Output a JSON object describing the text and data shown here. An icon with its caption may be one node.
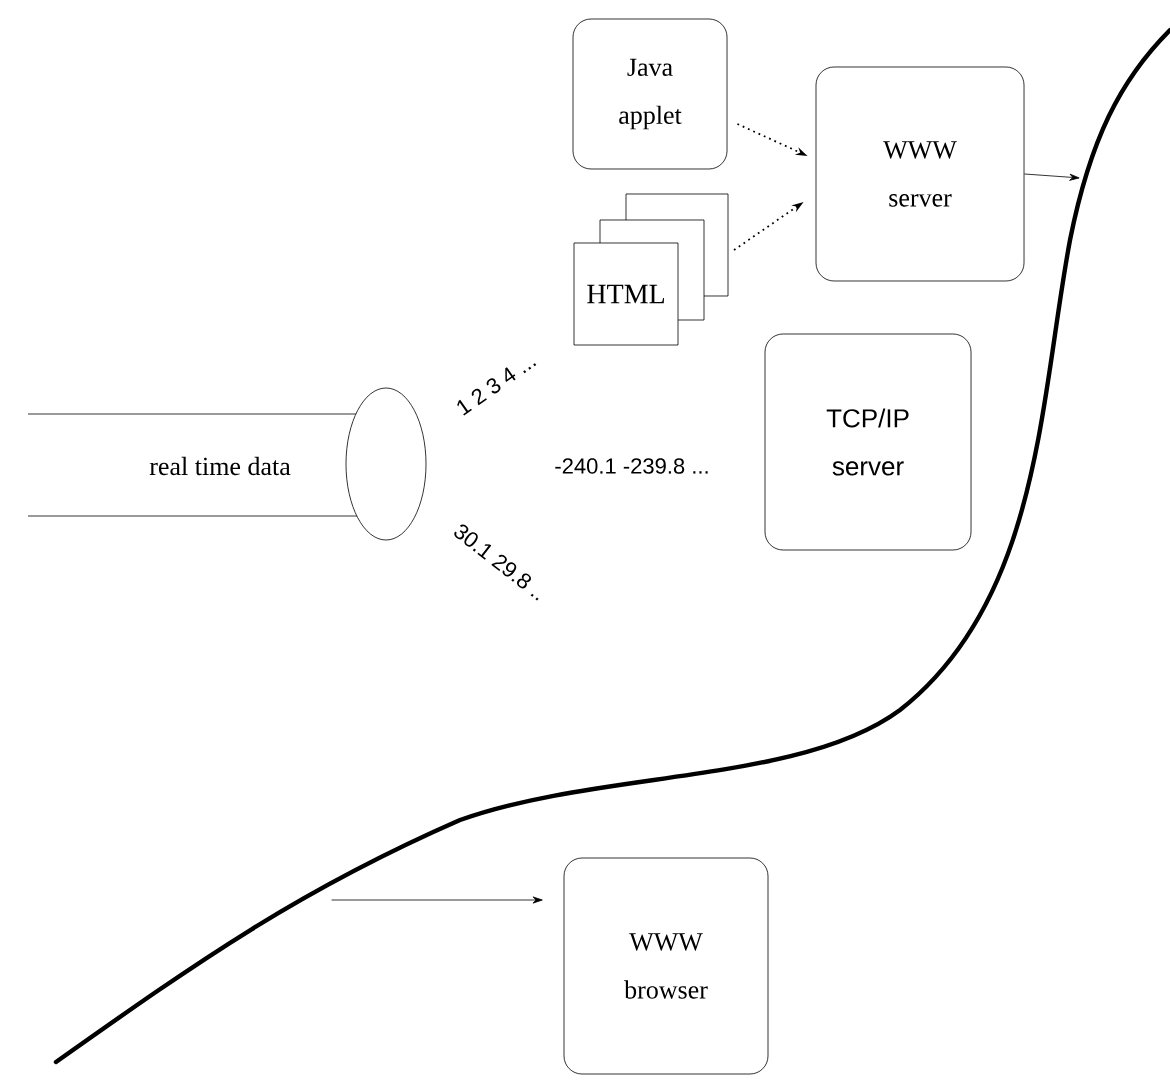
{
  "diagram": {
    "nodes": [
      {
        "text": [
          "real time data"
        ]
      },
      {
        "text": [
          "Java applet"
        ]
      },
      {
        "text": [
          "HTML"
        ]
      },
      {
        "text": [
          "WWW server"
        ]
      },
      {
        "text": [
          "TCP/IP server"
        ]
      },
      {
        "text": [
          "WWW browser"
        ]
      }
    ],
    "edges": [
      {
        "from": 1,
        "to": 3,
        "arrow": "to",
        "style": "dashed"
      },
      {
        "from": 2,
        "to": 3,
        "arrow": "to",
        "style": "dashed"
      },
      {
        "from": 3,
        "to": null,
        "arrow": "to"
      },
      {
        "from": null,
        "to": 5,
        "arrow": "to"
      }
    ],
    "labels": [
      "1 2 3 4 ...",
      "-240.1  -239.8 ...",
      "30.1  29.8 .."
    ]
  }
}
